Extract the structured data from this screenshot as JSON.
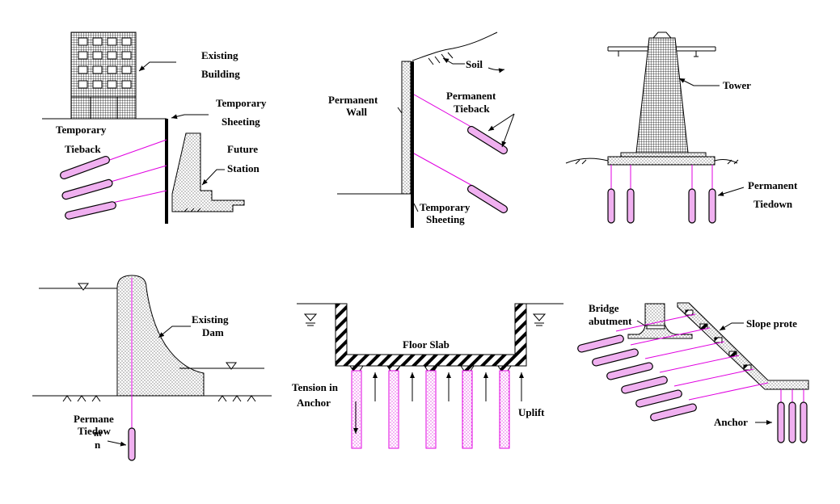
{
  "colors": {
    "tendon": "#e000e0",
    "grout": "#f0b0f0",
    "ink": "#000000"
  },
  "panels": {
    "building": {
      "existing_building": [
        "Existing",
        "Building"
      ],
      "temporary_sheeting": [
        "Temporary",
        "Sheeting"
      ],
      "temporary_tieback": [
        "Temporary",
        "Tieback"
      ],
      "future_station": [
        "Future",
        "Station"
      ]
    },
    "wall": {
      "soil": "Soil",
      "permanent_wall": [
        "Permanent",
        "Wall"
      ],
      "permanent_tieback": [
        "Permanent",
        "Tieback"
      ],
      "temporary_sheeting": [
        "Temporary",
        "Sheeting"
      ]
    },
    "tower": {
      "tower": "Tower",
      "permanent_tiedown": [
        "Permanent",
        "Tiedown"
      ]
    },
    "dam": {
      "existing_dam": [
        "Existing",
        "Dam"
      ],
      "permanent_tiedown": [
        "Permane",
        "Tiedow",
        "nt",
        "n"
      ]
    },
    "slab": {
      "floor_slab": "Floor Slab",
      "tension_in_anchor": [
        "Tension in",
        "Anchor"
      ],
      "uplift": "Uplift"
    },
    "bridge": {
      "bridge_abutment": [
        "Bridge",
        "abutment"
      ],
      "slope_protection": "Slope prote",
      "anchor": "Anchor"
    }
  }
}
